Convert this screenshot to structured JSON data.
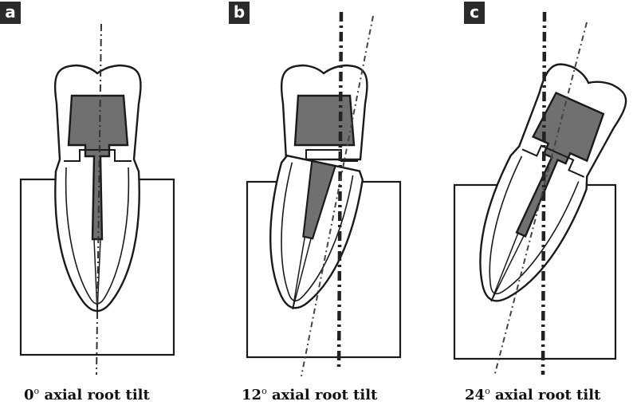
{
  "panels": [
    {
      "label": "a",
      "tilt_deg": 0,
      "tilt_value": "0",
      "caption": "axial root tilt"
    },
    {
      "label": "b",
      "tilt_deg": 12,
      "tilt_value": "12",
      "caption": "axial root tilt"
    },
    {
      "label": "c",
      "tilt_deg": 24,
      "tilt_value": "24",
      "caption": "axial root tilt"
    }
  ],
  "colors": {
    "post_core": "#707070",
    "outline": "#1a1a1a",
    "label_bg": "#2b2b2b"
  }
}
